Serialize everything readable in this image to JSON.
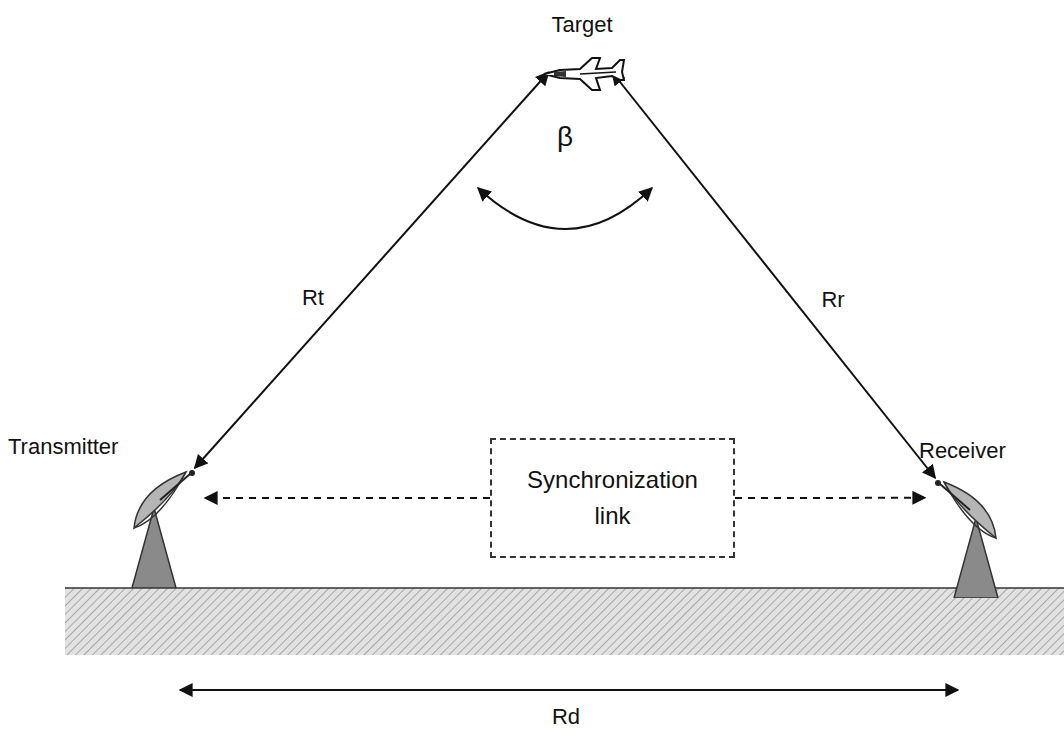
{
  "diagram": {
    "nodes": [
      {
        "text": [
          "Target"
        ]
      },
      {
        "text": [
          "Transmitter"
        ]
      },
      {
        "text": [
          "Synchronization link"
        ]
      },
      {
        "text": [
          "Receiver"
        ]
      }
    ],
    "edges": [
      {
        "from": 1,
        "to": 0,
        "label": "Rt",
        "arrow": "both"
      },
      {
        "from": 0,
        "to": 3,
        "label": "Rr",
        "arrow": "both"
      },
      {
        "from": 2,
        "to": 1,
        "arrow": "to"
      },
      {
        "from": 2,
        "to": 3,
        "arrow": "to"
      }
    ],
    "labels": [
      "β",
      "Rd"
    ]
  }
}
